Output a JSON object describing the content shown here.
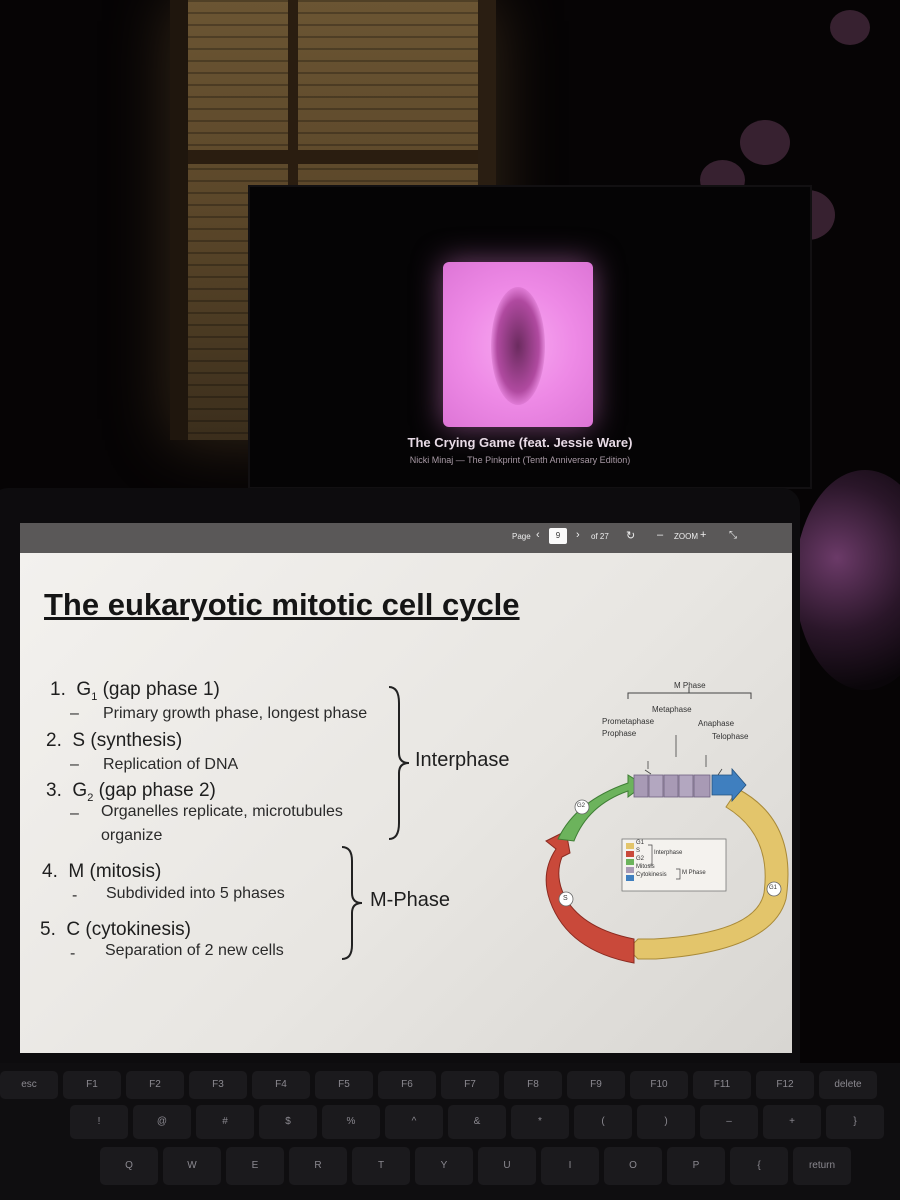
{
  "tv": {
    "track_title": "The Crying Game (feat. Jessie Ware)",
    "track_artist": "Nicki Minaj — The Pinkprint (Tenth Anniversary Edition)"
  },
  "viewer": {
    "page_label": "Page",
    "page_value": "9",
    "page_total": "of 27",
    "zoom_label": "ZOOM"
  },
  "slide": {
    "title": "The eukaryotic mitotic cell cycle",
    "items": [
      {
        "num": "1.",
        "label": "G",
        "sub": "1",
        "rest": " (gap phase 1)",
        "dash": "–",
        "detail": "Primary growth phase, longest phase"
      },
      {
        "num": "2.",
        "label": "S (synthesis)",
        "dash": "–",
        "detail": "Replication of DNA"
      },
      {
        "num": "3.",
        "label": "G",
        "sub": "2",
        "rest": " (gap phase 2)",
        "dash": "–",
        "detail": "Organelles replicate, microtubules",
        "detail2": "organize"
      },
      {
        "num": "4.",
        "label": "M (mitosis)",
        "dash": "-",
        "detail": "Subdivided into 5 phases"
      },
      {
        "num": "5.",
        "label": "C (cytokinesis)",
        "dash": "-",
        "detail": "Separation of 2 new cells"
      }
    ],
    "group_interphase": "Interphase",
    "group_mphase": "M-Phase"
  },
  "diagram": {
    "m_phase": "M Phase",
    "metaphase": "Metaphase",
    "prometaphase": "Prometaphase",
    "prophase": "Prophase",
    "anaphase": "Anaphase",
    "telophase": "Telophase",
    "g2_badge": "G2",
    "s_badge": "S",
    "g1_badge": "G1",
    "legend": {
      "g1": "G1",
      "s": "S",
      "g2": "G2",
      "mitosis": "Mitosis",
      "cytokinesis": "Cytokinesis",
      "interphase": "Interphase",
      "m_phase": "M Phase"
    },
    "colors": {
      "g1": "#e3c56b",
      "s": "#c9493a",
      "g2": "#6cb35c",
      "mitosis": "#a89ab5",
      "cytokinesis": "#3f7fbf"
    }
  },
  "keyboard": {
    "row1": [
      "esc",
      "F1",
      "F2",
      "F3",
      "F4",
      "F5",
      "F6",
      "F7",
      "F8",
      "F9",
      "F10",
      "F11",
      "F12",
      "delete"
    ],
    "row2": [
      "!",
      "@",
      "#",
      "$",
      "%",
      "^",
      "&",
      "*",
      "(",
      ")",
      "–",
      "+",
      "}"
    ],
    "row3": [
      "Q",
      "W",
      "E",
      "R",
      "T",
      "Y",
      "U",
      "I",
      "O",
      "P",
      "{",
      "return"
    ]
  }
}
